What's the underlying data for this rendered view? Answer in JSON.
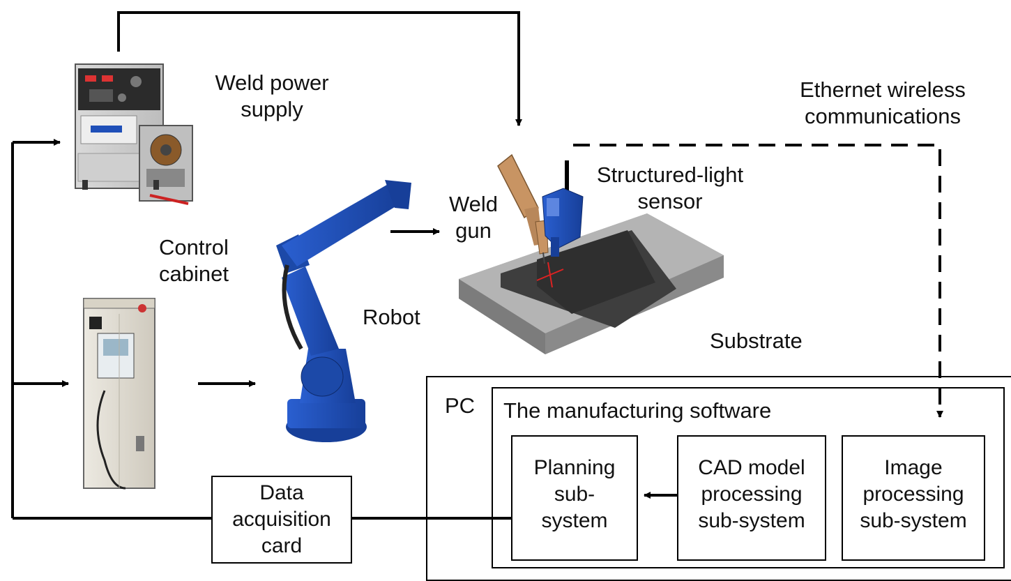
{
  "labels": {
    "weld_power_supply": [
      "Weld power",
      "supply"
    ],
    "control_cabinet": [
      "Control",
      "cabinet"
    ],
    "robot": "Robot",
    "weld_gun": [
      "Weld",
      "gun"
    ],
    "structured_light_sensor": [
      "Structured-light",
      "sensor"
    ],
    "substrate": "Substrate",
    "ethernet": [
      "Ethernet wireless",
      "communications"
    ]
  },
  "pc": {
    "label": "PC",
    "software_title": "The manufacturing software",
    "subsystems": {
      "planning": [
        "Planning",
        "sub-",
        "system"
      ],
      "cad": [
        "CAD model",
        "processing",
        "sub-system"
      ],
      "image": [
        "Image",
        "processing",
        "sub-system"
      ]
    }
  },
  "daq": [
    "Data",
    "acquisition",
    "card"
  ],
  "colors": {
    "line": "#000000",
    "robot_blue": "#1f4fb8",
    "cabinet_beige": "#e4e0d6",
    "plate_gray": "#8f8f8f",
    "plate_dark": "#3e3e3e",
    "gun_copper": "#c89463"
  }
}
